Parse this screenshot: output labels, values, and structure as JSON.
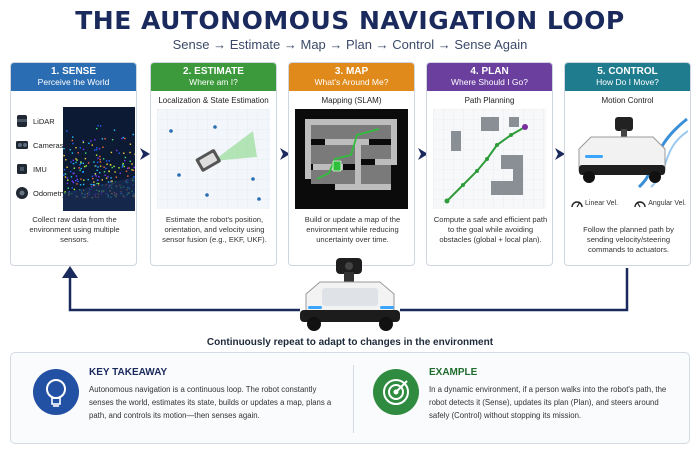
{
  "title": "THE AUTONOMOUS NAVIGATION LOOP",
  "subtitle": "Sense → Estimate → Map → Plan → Control → Sense Again",
  "colors": {
    "sense": "#2a6db2",
    "estimate": "#3c9a3c",
    "map": "#e08a1b",
    "plan": "#6b3f9e",
    "control": "#1f7c8f",
    "navy": "#1b2a5c"
  },
  "steps": [
    {
      "number": "1. SENSE",
      "question": "Perceive the World",
      "sub": "",
      "sensors": [
        "LiDAR",
        "Cameras",
        "IMU",
        "Odometry"
      ],
      "description": "Collect raw data from the environment using multiple sensors."
    },
    {
      "number": "2. ESTIMATE",
      "question": "Where am I?",
      "sub": "Localization & State Estimation",
      "description": "Estimate the robot's position, orientation, and velocity using sensor fusion (e.g., EKF, UKF)."
    },
    {
      "number": "3. MAP",
      "question": "What's Around Me?",
      "sub": "Mapping (SLAM)",
      "description": "Build or update a map of the environment while reducing uncertainty over time."
    },
    {
      "number": "4. PLAN",
      "question": "Where Should I Go?",
      "sub": "Path Planning",
      "description": "Compute a safe and efficient path to the goal while avoiding obstacles (global + local plan)."
    },
    {
      "number": "5. CONTROL",
      "question": "How Do I Move?",
      "sub": "Motion Control",
      "gauges": [
        "Linear Vel.",
        "Angular Vel."
      ],
      "description": "Follow the planned path by sending velocity/steering commands to actuators."
    }
  ],
  "loop_text": "Continuously repeat to adapt to changes in the environment",
  "takeaway": {
    "title": "KEY TAKEAWAY",
    "icon": "lightbulb-icon",
    "text": "Autonomous navigation is a continuous loop. The robot constantly senses the world, estimates its state, builds or updates a map, plans a path, and controls its motion—then senses again."
  },
  "example": {
    "title": "EXAMPLE",
    "icon": "target-icon",
    "text": "In a dynamic environment, if a person walks into the robot's path, the robot detects it (Sense), updates its plan (Plan), and steers around safely (Control) without stopping its mission."
  }
}
